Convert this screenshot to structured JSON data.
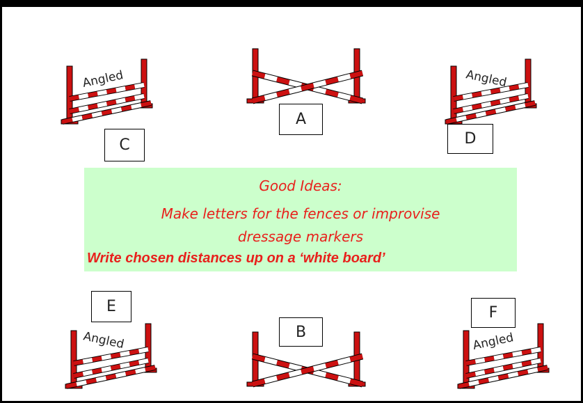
{
  "fences": [
    {
      "id": "C",
      "letter": "C",
      "type": "angled",
      "label": "Angled"
    },
    {
      "id": "A",
      "letter": "A",
      "type": "cross"
    },
    {
      "id": "D",
      "letter": "D",
      "type": "angled",
      "label": "Angled"
    },
    {
      "id": "E",
      "letter": "E",
      "type": "angled",
      "label": "Angled"
    },
    {
      "id": "B",
      "letter": "B",
      "type": "cross"
    },
    {
      "id": "F",
      "letter": "F",
      "type": "angled",
      "label": "Angled"
    }
  ],
  "ideas": {
    "title": "Good Ideas:",
    "line1": "Make letters for the fences or improvise",
    "line2": "dressage markers",
    "line3": "Write chosen distances up on a ‘white board’"
  },
  "colors": {
    "pole_red": "#cc1111",
    "pole_white": "#ffffff",
    "ideas_bg": "#ccffcc",
    "ideas_text": "#e8201c"
  }
}
